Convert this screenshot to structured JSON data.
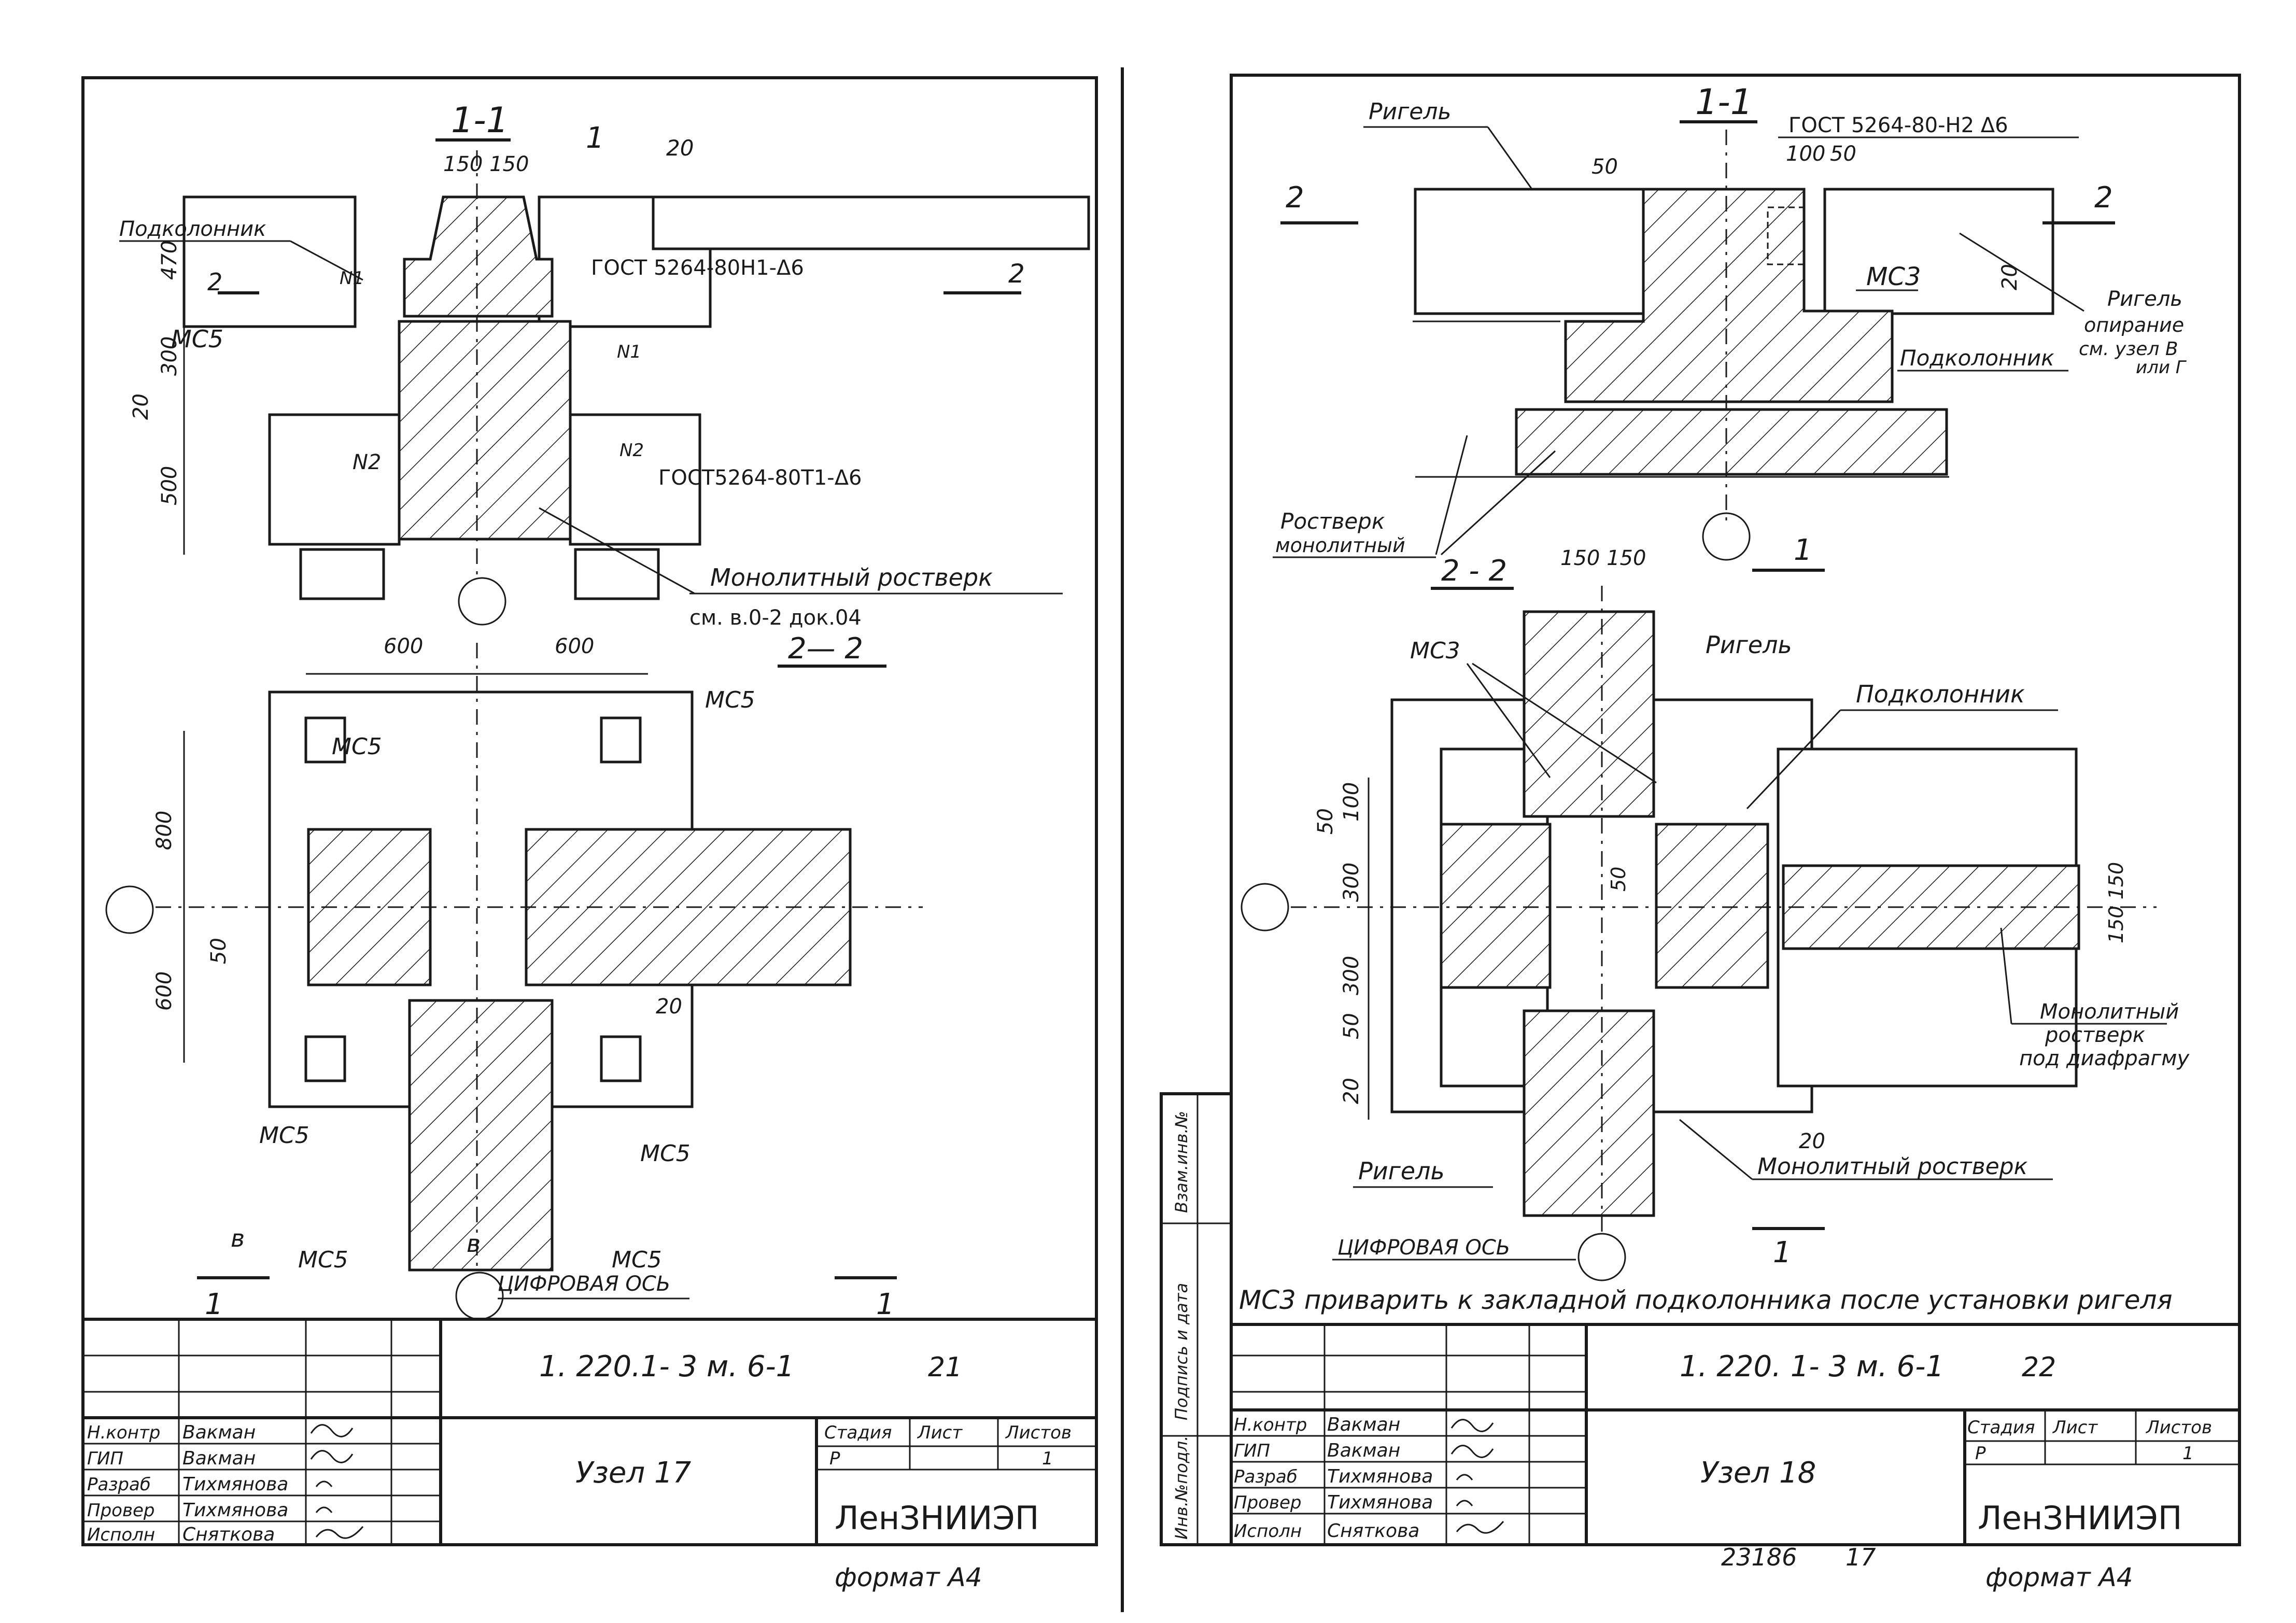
{
  "sheet_left": {
    "section_1_1": "1-1",
    "section_2_2": "2— 2",
    "dim_150_150": "150 150",
    "dim_20": "20",
    "marker_1": "1",
    "label_podkolonnik": "Подколонник",
    "label_mc5": "МС5",
    "label_n1": "N1",
    "label_n2": "N2",
    "gost_top": "ГОСТ 5264-80Н1-Δ6",
    "gost_bottom": "ГОСТ5264-80Т1-Δ6",
    "monolith_1": "Монолитный ростверк",
    "monolith_2": "см. в.0-2 док.04",
    "dims_vertical_top": [
      "470",
      "300",
      "20",
      "500"
    ],
    "dims_plan_top": [
      "600",
      "600"
    ],
    "dims_plan_side": [
      "800",
      "600",
      "50"
    ],
    "dim_20b": "20",
    "marker_2_left": "2",
    "marker_2_right": "2",
    "marker_b": "в",
    "marker_1_bottom_left": "1",
    "marker_1_bottom_right": "1",
    "digital_axis": "ЦИФРОВАЯ ОСЬ",
    "doc_number": "1. 220.1- 3 м. 6-1",
    "sheet_num": "21",
    "node": "Узел 17",
    "stage_header": [
      "Стадия",
      "Лист",
      "Листов"
    ],
    "stage_values": [
      "Р",
      "",
      "1"
    ],
    "org": "ЛенЗНИИЭП",
    "format": "формат А4",
    "staff": [
      {
        "role": "Н.контр",
        "name": "Вакман"
      },
      {
        "role": "ГИП",
        "name": "Вакман"
      },
      {
        "role": "Разраб",
        "name": "Тихмянова"
      },
      {
        "role": "Провер",
        "name": "Тихмянова"
      },
      {
        "role": "Исполн",
        "name": "Сняткова"
      }
    ]
  },
  "sheet_right": {
    "section_1_1": "1-1",
    "section_2_2": "2 - 2",
    "gost": "ГОСТ 5264-80-Н2 Δ6",
    "label_rigel": "Ригель",
    "label_podkolonnik": "Подколонник",
    "label_mc3": "МС3",
    "opiranie": [
      "Ригель",
      "опирание",
      "см. узел В",
      "или Г"
    ],
    "rostverk": [
      "Ростверк",
      "монолитный"
    ],
    "dims_top": [
      "50",
      "100",
      "50",
      "20"
    ],
    "dims_150_150": "150 150",
    "dims_side": [
      "100",
      "50",
      "300",
      "300",
      "50",
      "20"
    ],
    "dim_50_mid": "50",
    "dim_150_right": "150 150",
    "monolith_diaphragm": [
      "Монолитный",
      "ростверк",
      "под диафрагму"
    ],
    "monolith_rostverk": "Монолитный ростверк",
    "dim_20_bottom": "20",
    "marker_1": "1",
    "marker_2": "2",
    "digital_axis": "ЦИФРОВАЯ ОСЬ",
    "note": "МС3 приварить к закладной подколонника после установки ригеля",
    "side_stamp": [
      "Инв.№подл.",
      "Подпись и дата",
      "Взам.инв.№"
    ],
    "doc_number": "1. 220. 1- 3 м. 6-1",
    "sheet_num": "22",
    "node": "Узел 18",
    "stage_header": [
      "Стадия",
      "Лист",
      "Листов"
    ],
    "stage_values": [
      "Р",
      "",
      "1"
    ],
    "org": "ЛенЗНИИЭП",
    "footer_code": "23186",
    "footer_num": "17",
    "format": "формат А4",
    "staff": [
      {
        "role": "Н.контр",
        "name": "Вакман"
      },
      {
        "role": "ГИП",
        "name": "Вакман"
      },
      {
        "role": "Разраб",
        "name": "Тихмянова"
      },
      {
        "role": "Провер",
        "name": "Тихмянова"
      },
      {
        "role": "Исполн",
        "name": "Сняткова"
      }
    ]
  }
}
